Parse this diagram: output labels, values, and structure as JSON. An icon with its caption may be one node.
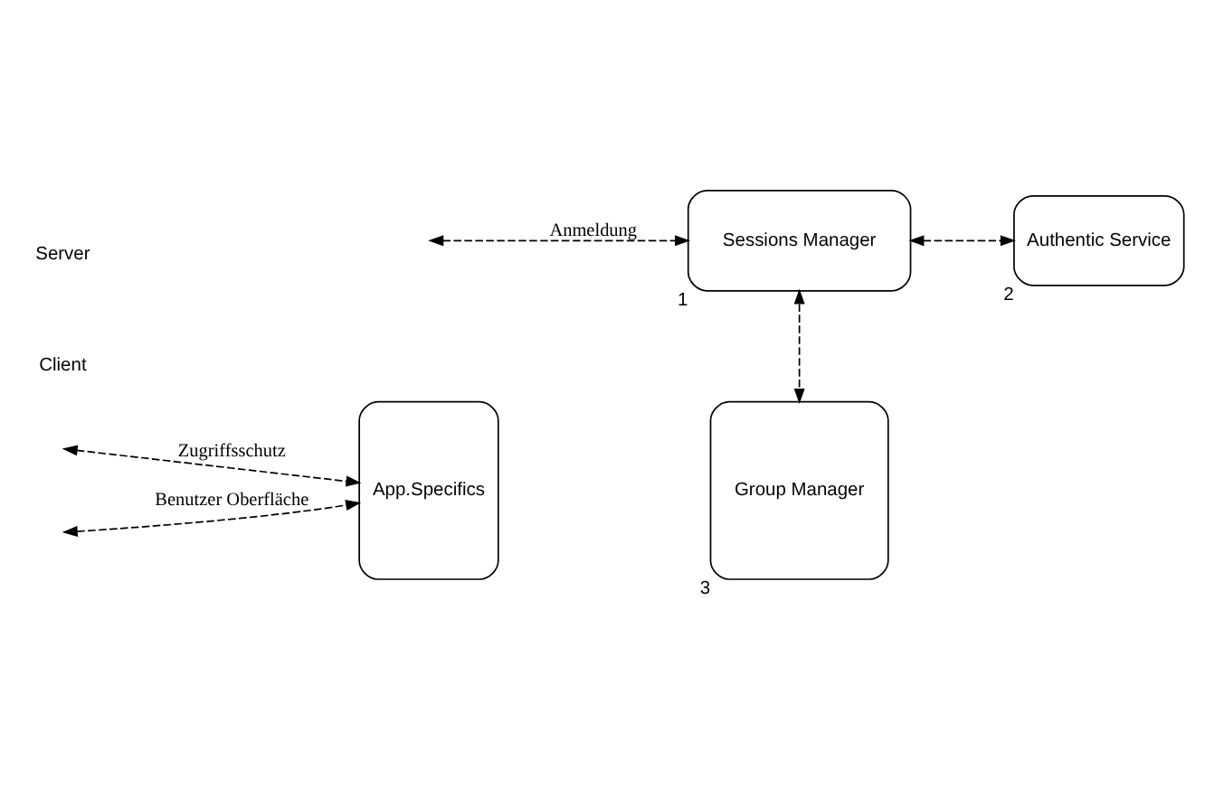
{
  "diagram": {
    "nodes": [
      {
        "text": [
          "Sessions Manager"
        ],
        "beside": [
          "1"
        ]
      },
      {
        "text": [
          "Authentic Service"
        ],
        "beside": [
          "2"
        ]
      },
      {
        "text": [
          "App.Specifics"
        ]
      },
      {
        "text": [
          "Group Manager"
        ],
        "beside": [
          "3"
        ]
      }
    ],
    "edges": [
      {
        "from": null,
        "to": 0,
        "arrow": "both",
        "label": "Anmeldung",
        "style": "dashed"
      },
      {
        "from": 0,
        "to": 1,
        "arrow": "both",
        "style": "dashed"
      },
      {
        "from": 0,
        "to": 3,
        "arrow": "both",
        "style": "dashed"
      },
      {
        "from": null,
        "to": 2,
        "arrow": "both",
        "label": "Zugriffsschutz",
        "style": "dashed"
      },
      {
        "from": null,
        "to": 2,
        "arrow": "both",
        "label": "Benutzer Oberfläche",
        "style": "dashed"
      }
    ],
    "labels": [
      "Client",
      "Server"
    ]
  }
}
